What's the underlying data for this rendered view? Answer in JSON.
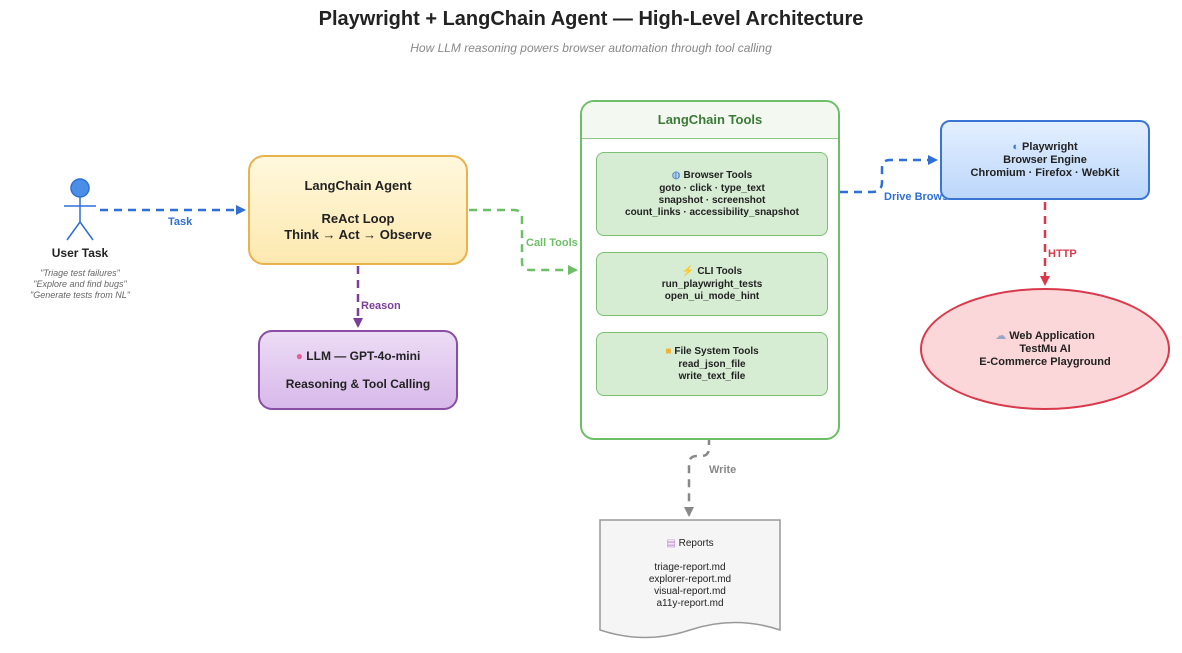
{
  "title": "Playwright + LangChain Agent — High-Level Architecture",
  "subtitle": "How LLM reasoning powers browser automation through tool calling",
  "user": {
    "label": "User Task",
    "notes": [
      "\"Triage test failures\"",
      "\"Explore and find bugs\"",
      "\"Generate tests from NL\""
    ]
  },
  "agent": {
    "title": "LangChain Agent",
    "line1": "ReAct Loop",
    "line2": "Think → Act → Observe"
  },
  "llm": {
    "title": "LLM — GPT-4o-mini",
    "subtitle": "Reasoning & Tool Calling",
    "icon": "brain-icon"
  },
  "tools_panel": {
    "title": "LangChain Tools",
    "browser": {
      "title": "Browser Tools",
      "icon": "globe-icon",
      "lines": [
        "goto · click · type_text",
        "snapshot · screenshot",
        "count_links · accessibility_snapshot"
      ]
    },
    "cli": {
      "title": "CLI Tools",
      "icon": "lightning-icon",
      "lines": [
        "run_playwright_tests",
        "open_ui_mode_hint"
      ]
    },
    "fs": {
      "title": "File System Tools",
      "icon": "folder-icon",
      "lines": [
        "read_json_file",
        "write_text_file"
      ]
    }
  },
  "playwright": {
    "title": "Playwright",
    "line1": "Browser Engine",
    "line2": "Chromium · Firefox · WebKit",
    "icon": "masks-icon"
  },
  "webapp": {
    "title": "Web Application",
    "line1": "TestMu AI",
    "line2": "E-Commerce Playground",
    "icon": "cloud-icon"
  },
  "reports": {
    "title": "Reports",
    "icon": "document-icon",
    "files": [
      "triage-report.md",
      "explorer-report.md",
      "visual-report.md",
      "a11y-report.md"
    ]
  },
  "edges": {
    "task": "Task",
    "reason": "Reason",
    "call_tools": "Call Tools",
    "drive_browser": "Drive Browser",
    "http": "HTTP",
    "write": "Write"
  },
  "colors": {
    "task_edge": "#2f6fd6",
    "reason_edge": "#7b3f98",
    "call_edge": "#6cbf67",
    "drive_edge": "#2f6fd6",
    "http_edge": "#d9394b",
    "write_edge": "#888888"
  }
}
